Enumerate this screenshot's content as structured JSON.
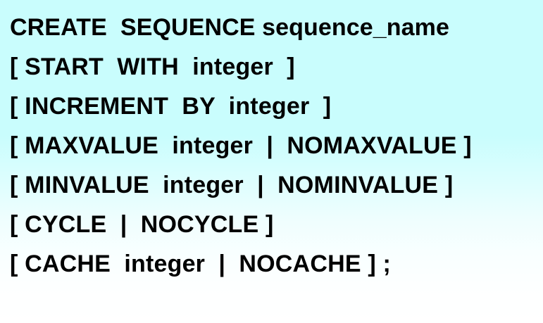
{
  "slide": {
    "kind": "sql-syntax-reference",
    "statement": "CREATE SEQUENCE",
    "background": {
      "top_color": "#c9fdfd",
      "bottom_color": "#ffffff",
      "direction": "vertical"
    },
    "text_color": "#000000",
    "lines": [
      {
        "id": "create-sequence",
        "text": "CREATE  SEQUENCE sequence_name"
      },
      {
        "id": "start-with",
        "text": "[ START  WITH  integer  ]"
      },
      {
        "id": "increment-by",
        "text": "[ INCREMENT  BY  integer  ]"
      },
      {
        "id": "maxvalue",
        "text": "[ MAXVALUE  integer  |  NOMAXVALUE ]"
      },
      {
        "id": "minvalue",
        "text": "[ MINVALUE  integer  |  NOMINVALUE ]"
      },
      {
        "id": "cycle",
        "text": "[ CYCLE  |  NOCYCLE ]"
      },
      {
        "id": "cache",
        "text": "[ CACHE  integer  |  NOCACHE ] ;"
      }
    ]
  }
}
